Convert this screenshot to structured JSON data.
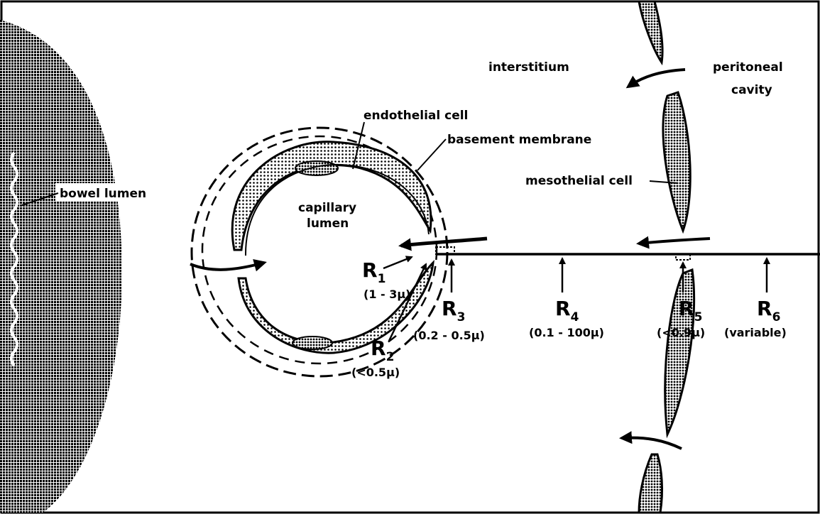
{
  "labels": {
    "bowel_lumen": "bowel lumen",
    "capillary_lumen_line1": "capillary",
    "capillary_lumen_line2": "lumen",
    "endothelial_cell": "endothelial cell",
    "basement_membrane": "basement membrane",
    "interstitium": "interstitium",
    "peritoneal_cavity_line1": "peritoneal",
    "peritoneal_cavity_line2": "cavity",
    "mesothelial_cell": "mesothelial cell"
  },
  "resistances": [
    {
      "name": "R",
      "sub": "1",
      "size": "(1 - 3μ)"
    },
    {
      "name": "R",
      "sub": "2",
      "size": "(<0.5μ)"
    },
    {
      "name": "R",
      "sub": "3",
      "size": "(0.2 - 0.5μ)"
    },
    {
      "name": "R",
      "sub": "4",
      "size": "(0.1 - 100μ)"
    },
    {
      "name": "R",
      "sub": "5",
      "size": "(<0.9μ)"
    },
    {
      "name": "R",
      "sub": "6",
      "size": "(variable)"
    }
  ],
  "colors": {
    "ink": "#000000",
    "paper": "#ffffff",
    "stipple": "#555555"
  }
}
